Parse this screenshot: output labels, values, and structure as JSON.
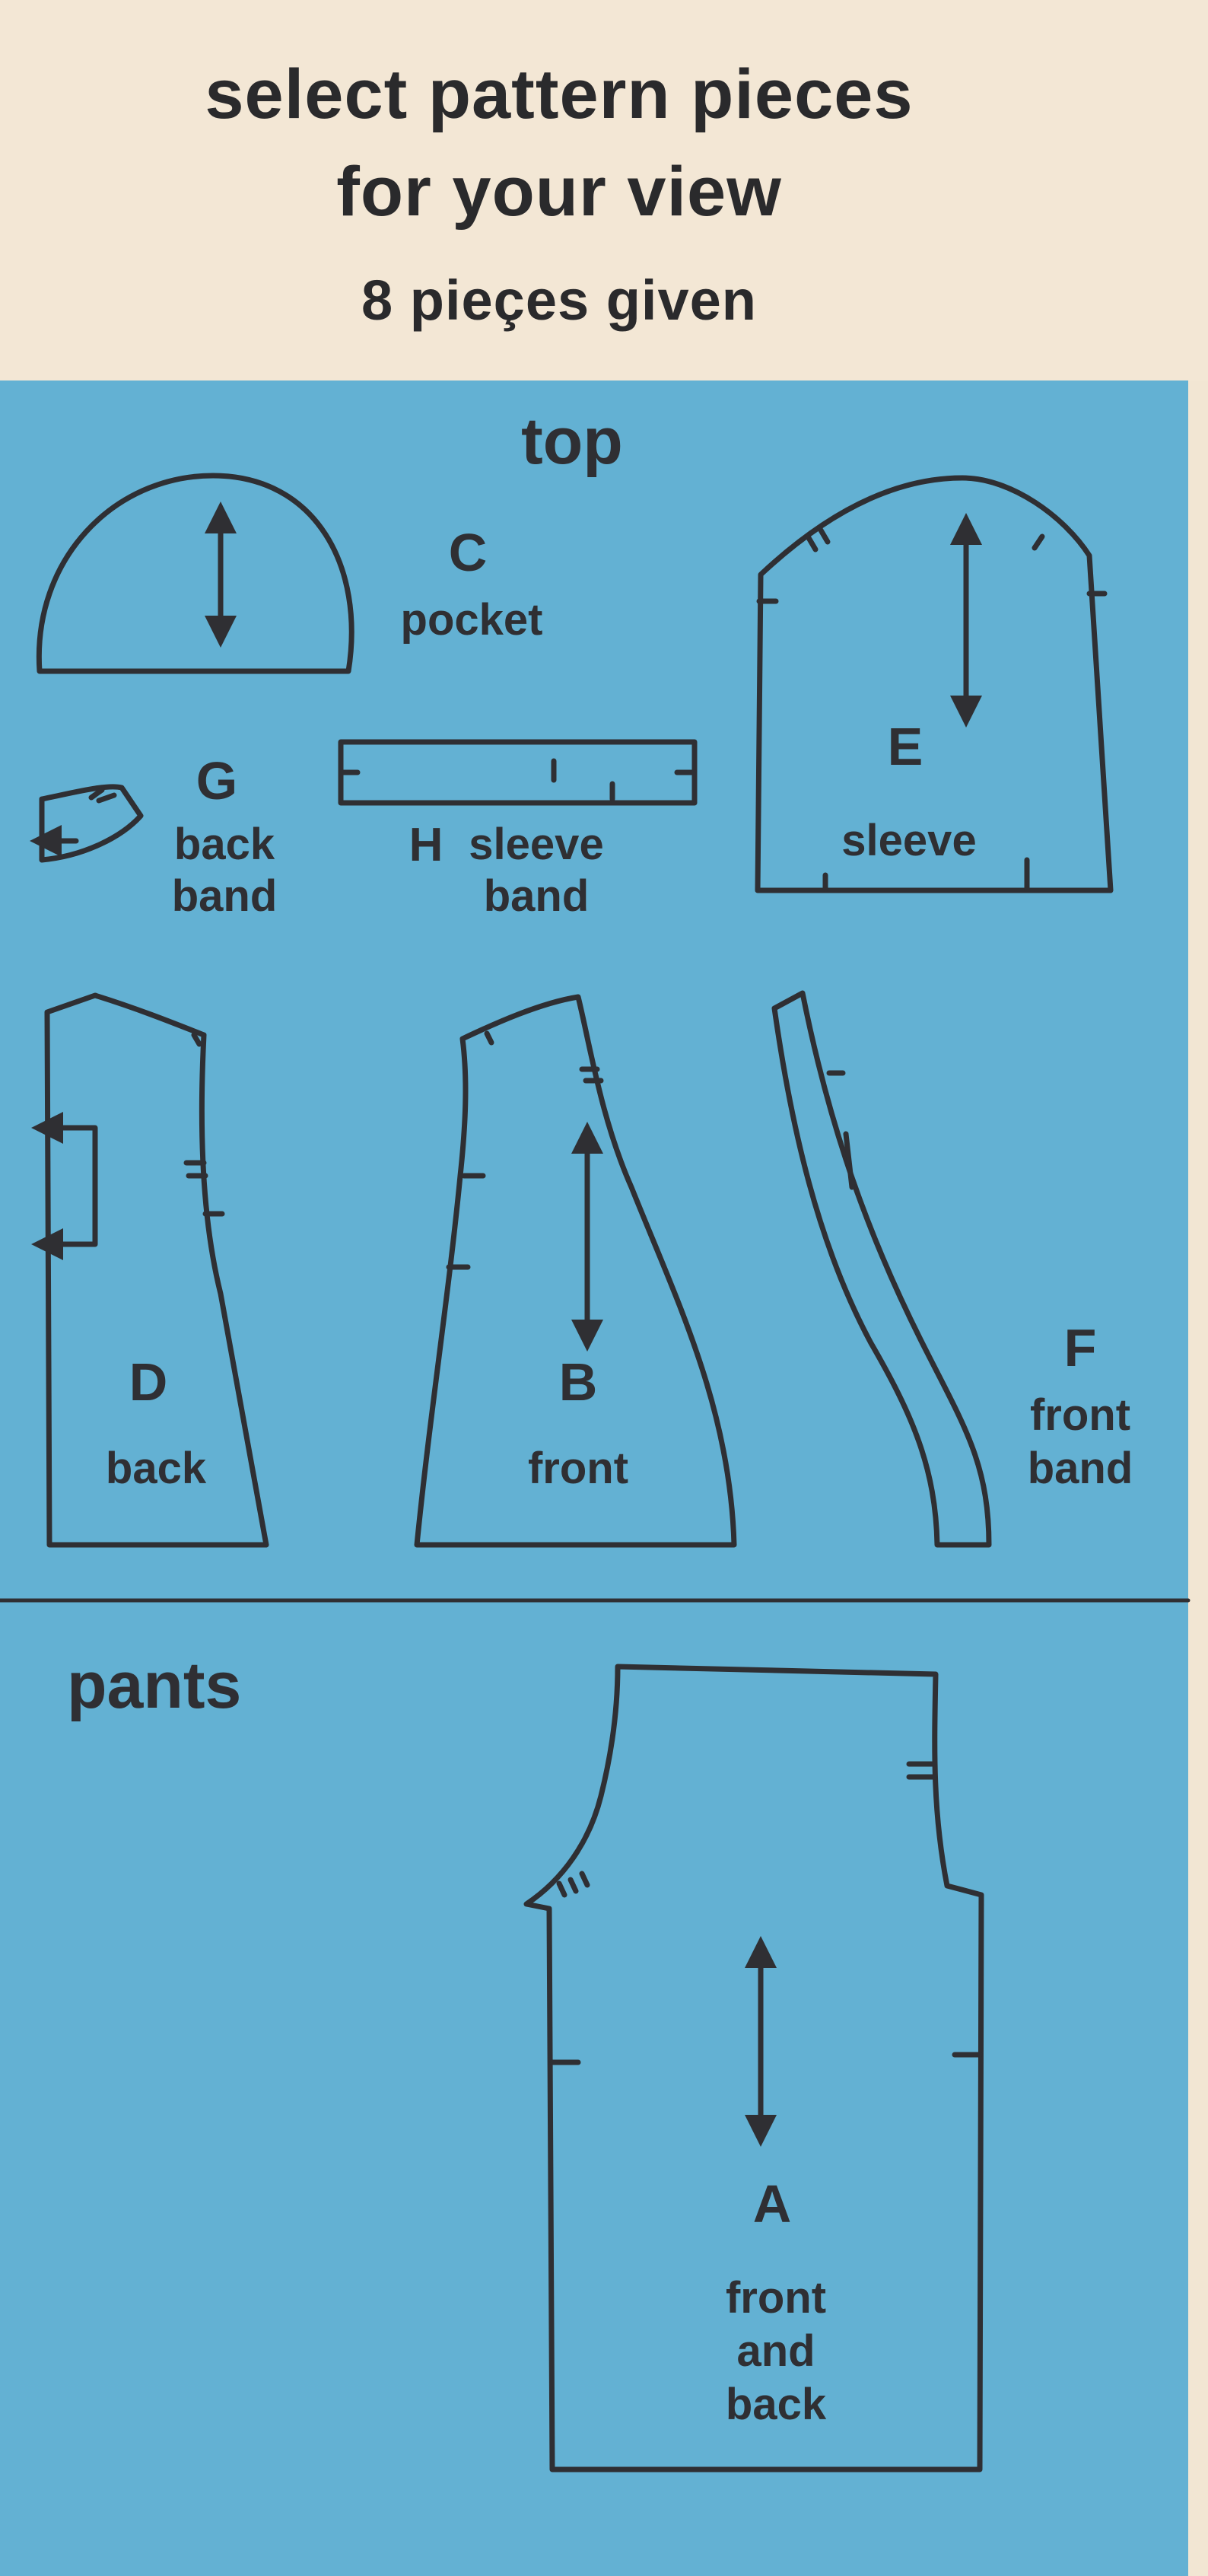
{
  "header": {
    "line1": "select pattern pieces",
    "line2": "for your view",
    "line3": "8 pieçes given"
  },
  "sections": {
    "top": "top",
    "pants": "pants"
  },
  "pieces": {
    "A": {
      "letter": "A",
      "name_1": "front",
      "name_2": "and",
      "name_3": "back"
    },
    "B": {
      "letter": "B",
      "name": "front"
    },
    "C": {
      "letter": "C",
      "name": "pocket"
    },
    "D": {
      "letter": "D",
      "name": "back"
    },
    "E": {
      "letter": "E",
      "name": "sleeve"
    },
    "F": {
      "letter": "F",
      "name_1": "front",
      "name_2": "band"
    },
    "G": {
      "letter": "G",
      "name_1": "back",
      "name_2": "band"
    },
    "H": {
      "letter": "H",
      "name_1": "sleeve",
      "name_2": "band"
    }
  },
  "colors": {
    "paper": "#f3e7d5",
    "panel_blue": "#63b1d3",
    "ink": "#2f2f33"
  }
}
